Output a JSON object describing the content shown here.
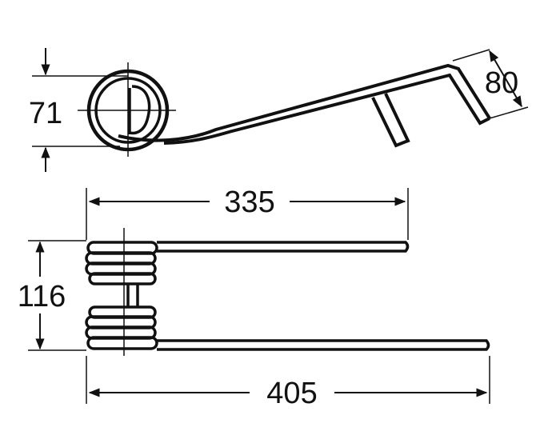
{
  "dimensions": {
    "coil_height": "71",
    "tine_bend": "80",
    "short_tine_length": "335",
    "coil_width": "116",
    "long_tine_length": "405"
  },
  "colors": {
    "ink": "#111111",
    "background": "#ffffff"
  }
}
